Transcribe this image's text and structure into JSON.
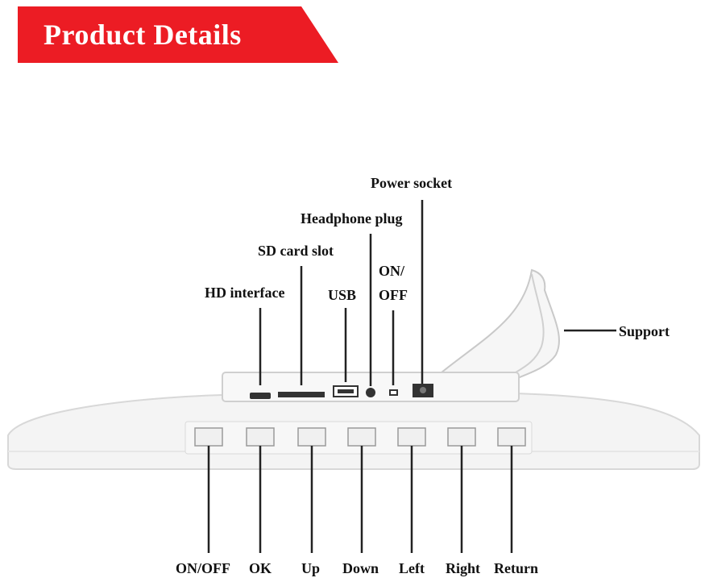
{
  "header": {
    "title": "Product Details",
    "color": "#ec1c24"
  },
  "top_labels": {
    "power_socket": "Power socket",
    "headphone_plug": "Headphone plug",
    "sd_card_slot": "SD card slot",
    "on_off_line1": "ON/",
    "on_off_line2": "OFF",
    "hd_interface": "HD interface",
    "usb": "USB",
    "support": "Support"
  },
  "bottom_labels": {
    "on_off": "ON/OFF",
    "ok": "OK",
    "up": "Up",
    "down": "Down",
    "left": "Left",
    "right": "Right",
    "return": "Return"
  }
}
